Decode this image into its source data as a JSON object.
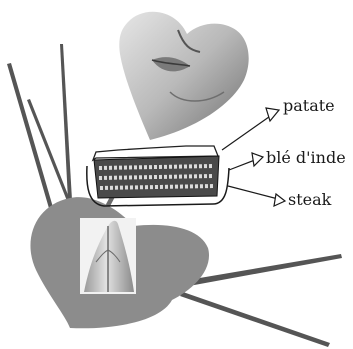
{
  "collage": {
    "labels": [
      "patate",
      "blé d'inde",
      "steak"
    ],
    "shapes": [
      "face-heart",
      "praying-hands-heart",
      "layered-dish",
      "grass-blade"
    ]
  },
  "colors": {
    "background": "#ffffff",
    "heart_gray": "#8c8c8c",
    "blade_dark": "#555555",
    "ink": "#1a1a1a"
  }
}
